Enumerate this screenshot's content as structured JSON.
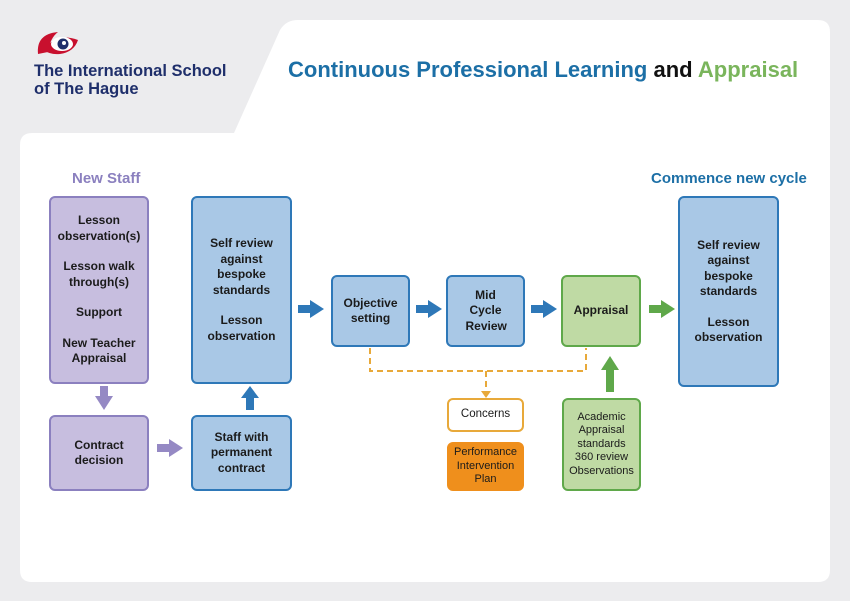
{
  "logo": {
    "line1": "The International School",
    "line2": "of The Hague"
  },
  "title": {
    "part1": "Continuous Professional Learning",
    "part2": "and",
    "part3": "Appraisal"
  },
  "headings": {
    "new_staff": "New Staff",
    "commence": "Commence new cycle"
  },
  "boxes": {
    "new_staff": [
      "Lesson observation(s)",
      "Lesson walk through(s)",
      "Support",
      "New Teacher Appraisal"
    ],
    "contract_decision": "Contract decision",
    "self_review": [
      "Self review against bespoke standards",
      "Lesson observation"
    ],
    "staff_permanent": "Staff with permanent contract",
    "objective": "Objective setting",
    "mid_cycle": "Mid Cycle Review",
    "appraisal": "Appraisal",
    "self_review_new": [
      "Self review against bespoke standards",
      "Lesson observation"
    ],
    "concerns": "Concerns",
    "pip": "Performance Intervention Plan",
    "academic": "Academic Appraisal standards 360 review Observations"
  },
  "colors": {
    "title_blue": "#1c6fa6",
    "title_green": "#7ab55c",
    "new_staff_purple": "#8b80bf",
    "commence_blue": "#1c6fa6",
    "arrow_blue": "#2e78b8",
    "arrow_green": "#5fa84a",
    "arrow_purple": "#9589c4",
    "dashed_orange": "#e8a93a",
    "pip_orange": "#ef8f1c"
  }
}
